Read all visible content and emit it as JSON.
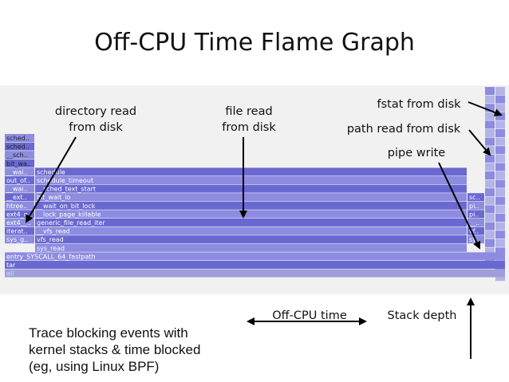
{
  "title": "Off-CPU Time Flame Graph",
  "annotations": {
    "directory_read": [
      "directory read",
      "from disk"
    ],
    "file_read": [
      "file read",
      "from disk"
    ],
    "fstat": "fstat from disk",
    "path_read": "path read from disk",
    "pipe_write": "pipe write"
  },
  "caption": [
    "Trace blocking events with",
    "kernel stacks & time blocked",
    "(eg, using Linux BPF)"
  ],
  "axes": {
    "x_label": "Off-CPU time",
    "y_label": "Stack depth"
  },
  "colors": {
    "frame_dark": "#6a69d2",
    "frame_light": "#8d8ce0",
    "frame_text_light": "#ffffff",
    "frame_text_dark": "#222222",
    "all_frame": "#9f9edb"
  },
  "frames_left": {
    "stack_labels": [
      "sched..",
      "sched..",
      "__sch..",
      "bit_wa..",
      "__wai..",
      "out_of..",
      "__wai..",
      "__ext..",
      "htree..",
      "ext4_n..",
      "ext4__..",
      "iterat..",
      "sys_g.."
    ],
    "main_stack": [
      "schedule",
      "schedule_timeout",
      "__sched_text_start",
      "bit_wait_io",
      "__wait_on_bit_lock",
      "__lock_page_killable",
      "generic_file_read_iter",
      "__vfs_read",
      "vfs_read",
      "sys_read"
    ],
    "right_stack": [
      "sc..",
      "pi..",
      "pi..",
      "__..",
      "vf..",
      "sy.."
    ],
    "base": [
      "entry_SYSCALL_64_fastpath",
      "tar",
      "all"
    ]
  }
}
